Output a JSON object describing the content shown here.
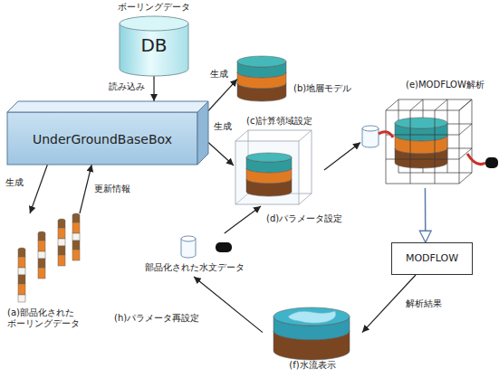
{
  "diagram": {
    "nodes": [
      {
        "text": [
          "ボーリングデータ",
          "DB"
        ]
      },
      {
        "text": [
          "UnderGroundBaseBox"
        ]
      },
      {
        "text": [
          "(b)地層モデル"
        ]
      },
      {
        "text": [
          "(c)計算領域設定"
        ]
      },
      {
        "text": [
          "(e)MODFLOW解析"
        ]
      },
      {
        "text": [
          "MODFLOW"
        ]
      },
      {
        "text": [
          "(f)水流表示"
        ]
      },
      {
        "text": [
          "部品化された水文データ"
        ]
      },
      {
        "text": [
          "(a)部品化された ボーリングデータ"
        ]
      }
    ],
    "edges": [
      {
        "from": 0,
        "to": 1,
        "arrow": "to",
        "label": "読み込み"
      },
      {
        "from": 1,
        "to": 2,
        "arrow": "to",
        "label": "生成"
      },
      {
        "from": 1,
        "to": 3,
        "arrow": "to",
        "label": "生成"
      },
      {
        "from": 1,
        "to": 8,
        "arrow": "to",
        "label": "生成"
      },
      {
        "from": 8,
        "to": 1,
        "arrow": "to",
        "label": "更新情報"
      },
      {
        "from": 3,
        "to": 4,
        "arrow": "to"
      },
      {
        "from": 4,
        "to": 5,
        "arrow": "to"
      },
      {
        "from": 5,
        "to": 6,
        "arrow": "to",
        "label": "解析結果"
      },
      {
        "from": 6,
        "to": 7,
        "arrow": "to",
        "label": "(h)パラメータ再設定"
      },
      {
        "from": 7,
        "to": 3,
        "arrow": "to",
        "label": "(d)パラメータ設定"
      }
    ]
  }
}
